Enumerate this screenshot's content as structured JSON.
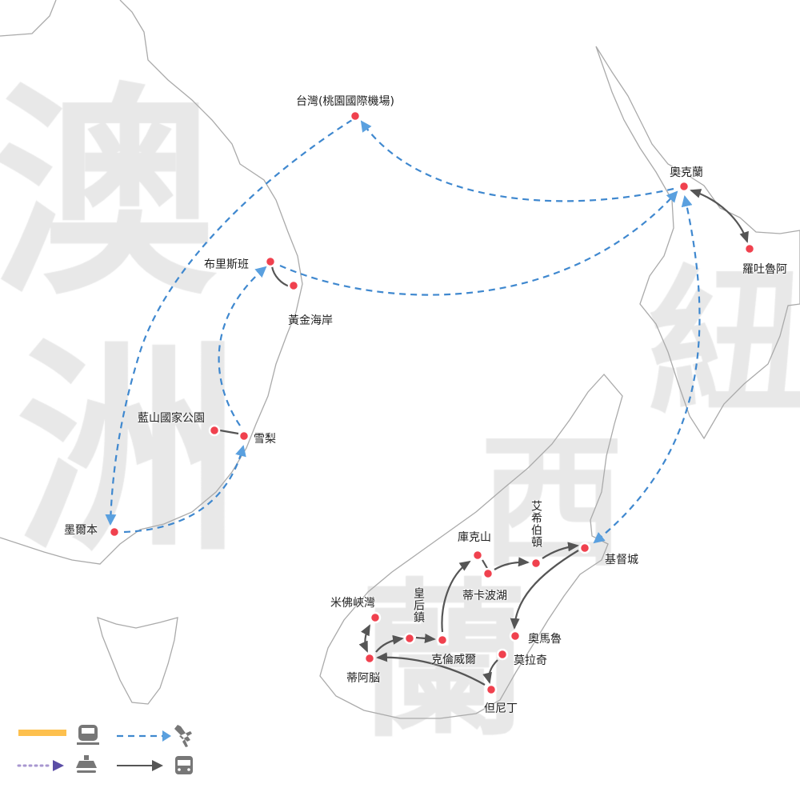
{
  "background_labels": {
    "australia": [
      "澳",
      "洲"
    ],
    "new_zealand": [
      "紐",
      "西",
      "蘭"
    ]
  },
  "cities": {
    "taiwan": "台灣(桃園國際機場)",
    "auckland": "奧克蘭",
    "rotorua": "羅吐魯阿",
    "brisbane": "布里斯班",
    "gold_coast": "黃金海岸",
    "blue_mountains": "藍山國家公園",
    "sydney": "雪梨",
    "melbourne": "墨爾本",
    "christchurch": "基督城",
    "mount_cook": "庫克山",
    "lake_tekapo": "蒂卡波湖",
    "ashburton": "艾希伯頓",
    "milford_sound": "米佛峽灣",
    "queenstown": "皇后鎮",
    "cromwell": "克倫威爾",
    "te_anau": "蒂阿脳",
    "oamaru": "奧馬魯",
    "moeraki": "莫拉奇",
    "dunedin": "但尼丁"
  },
  "routes": [
    {
      "from": "taiwan",
      "to": "melbourne",
      "mode": "flight"
    },
    {
      "from": "melbourne",
      "to": "sydney",
      "mode": "flight"
    },
    {
      "from": "sydney",
      "to": "brisbane",
      "mode": "flight"
    },
    {
      "from": "brisbane",
      "to": "auckland",
      "mode": "flight"
    },
    {
      "from": "auckland",
      "to": "taiwan",
      "mode": "flight"
    },
    {
      "from": "auckland",
      "to": "christchurch",
      "mode": "flight",
      "bidirectional": true
    },
    {
      "from": "brisbane",
      "to": "gold_coast",
      "mode": "bus"
    },
    {
      "from": "blue_mountains",
      "to": "sydney",
      "mode": "bus"
    },
    {
      "from": "auckland",
      "to": "rotorua",
      "mode": "bus",
      "bidirectional": true
    },
    {
      "from": "christchurch",
      "to": "oamaru",
      "mode": "bus"
    },
    {
      "from": "moeraki",
      "to": "dunedin",
      "mode": "bus"
    },
    {
      "from": "dunedin",
      "to": "te_anau",
      "mode": "bus"
    },
    {
      "from": "te_anau",
      "to": "milford_sound",
      "mode": "bus",
      "bidirectional": true
    },
    {
      "from": "te_anau",
      "to": "queenstown",
      "mode": "bus"
    },
    {
      "from": "queenstown",
      "to": "cromwell",
      "mode": "bus"
    },
    {
      "from": "cromwell",
      "to": "mount_cook",
      "mode": "bus"
    },
    {
      "from": "lake_tekapo",
      "to": "ashburton",
      "mode": "bus"
    },
    {
      "from": "ashburton",
      "to": "christchurch",
      "mode": "bus"
    }
  ],
  "legend": [
    {
      "mode": "train",
      "icon": "train-icon",
      "color": "#fdc04e"
    },
    {
      "mode": "flight",
      "icon": "airplane-icon",
      "color": "#3f88cf"
    },
    {
      "mode": "ship",
      "icon": "ship-icon",
      "color": "#5b4ea6"
    },
    {
      "mode": "bus",
      "icon": "bus-icon",
      "color": "#555555"
    }
  ]
}
